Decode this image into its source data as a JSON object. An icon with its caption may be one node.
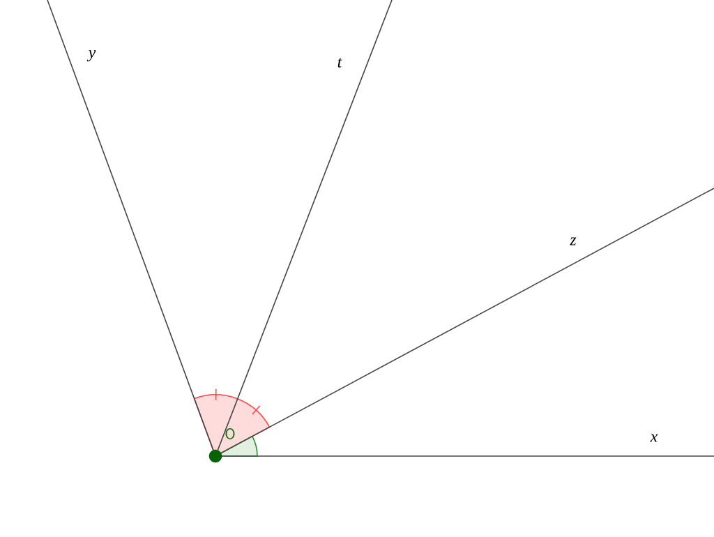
{
  "diagram": {
    "nodes": [
      {
        "text": [
          "O"
        ]
      }
    ],
    "labels": [
      "y",
      "t",
      "z",
      "x"
    ]
  }
}
